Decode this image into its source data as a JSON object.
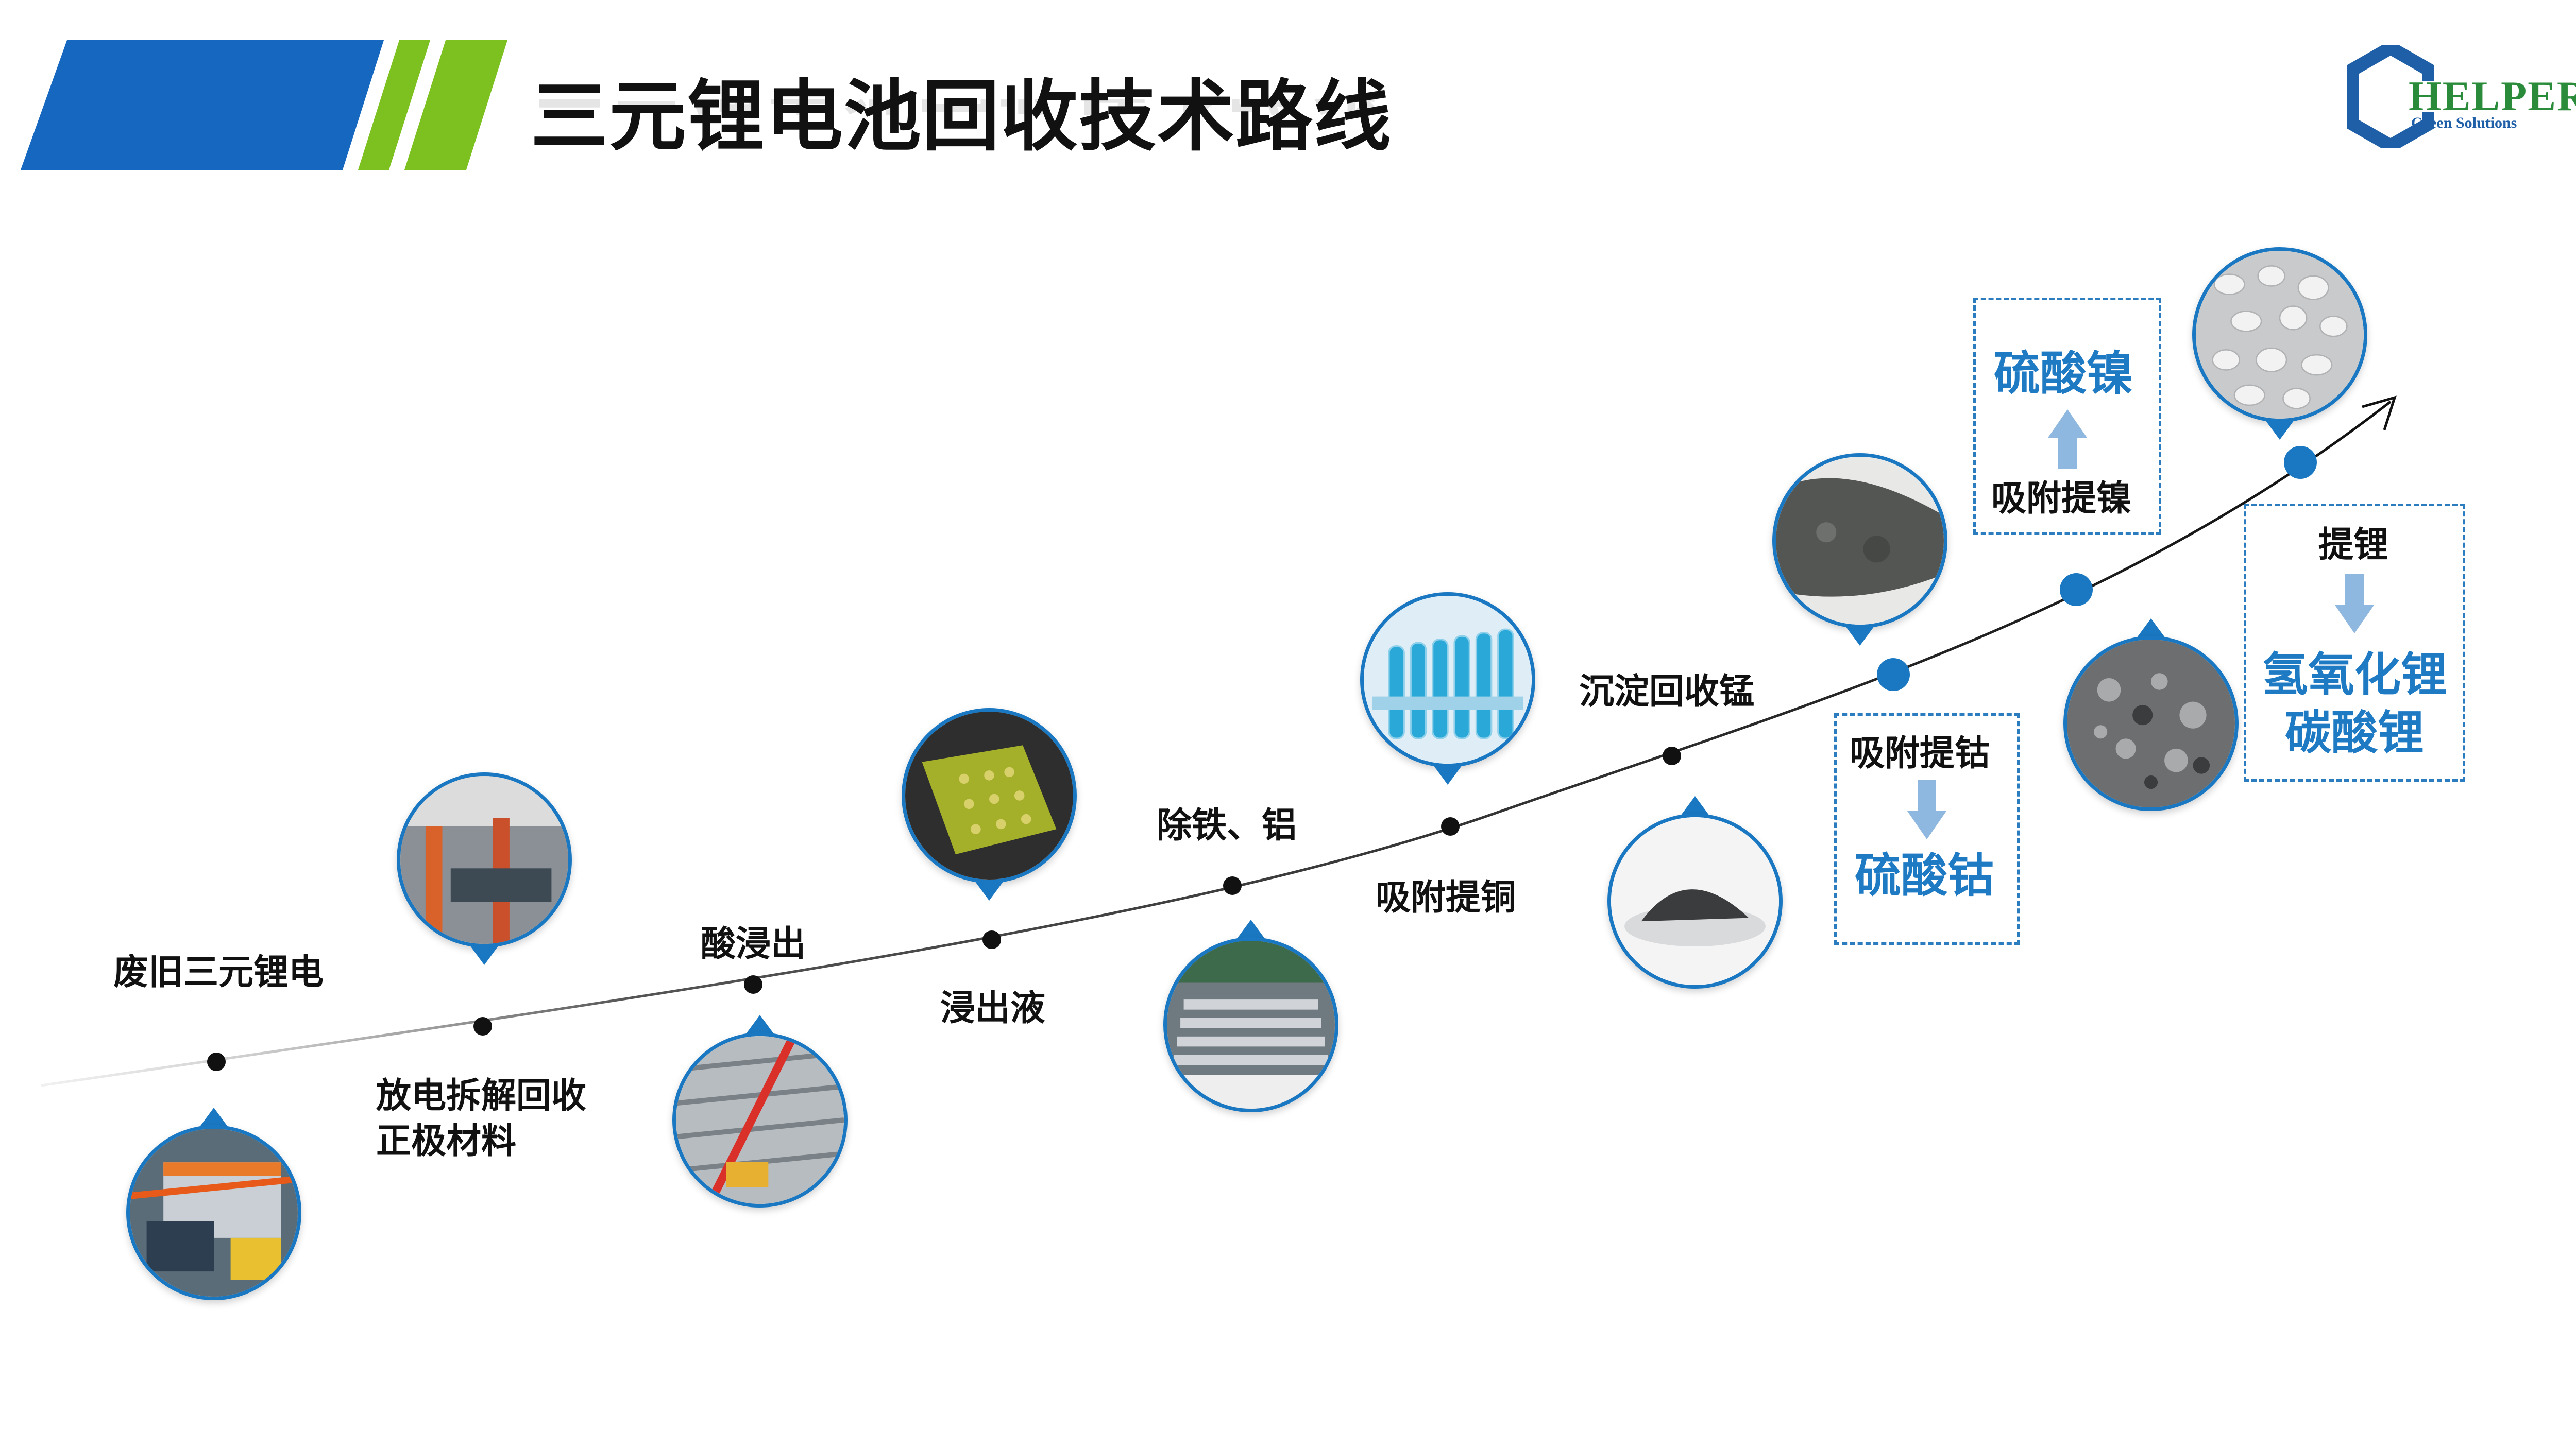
{
  "header": {
    "title": "三元锂电池回收技术路线"
  },
  "logo": {
    "main": "HELPER",
    "sub": "Green Solutions"
  },
  "steps": [
    {
      "label": "废旧三元锂电"
    },
    {
      "label": "放电拆解回收\n正极材料"
    },
    {
      "label": "酸浸出"
    },
    {
      "label": "浸出液"
    },
    {
      "label": "除铁、铝"
    },
    {
      "label": "吸附提铜"
    },
    {
      "label": "沉淀回收锰"
    },
    {
      "label": "吸附提钴"
    },
    {
      "label": "吸附提镍"
    },
    {
      "label": "提锂"
    }
  ],
  "products": {
    "cobalt": "硫酸钴",
    "nickel": "硫酸镍",
    "lithium": "氢氧化锂\n碳酸锂"
  },
  "icons": {
    "flow_arrow": "arrow-up-icon",
    "trend_arrow": "arrow-head-icon"
  },
  "colors": {
    "accent_blue": "#1a78c2",
    "title_bar_blue": "#1567c0",
    "title_bar_green": "#7cc11f",
    "down_arrow": "#8fb8e0"
  }
}
